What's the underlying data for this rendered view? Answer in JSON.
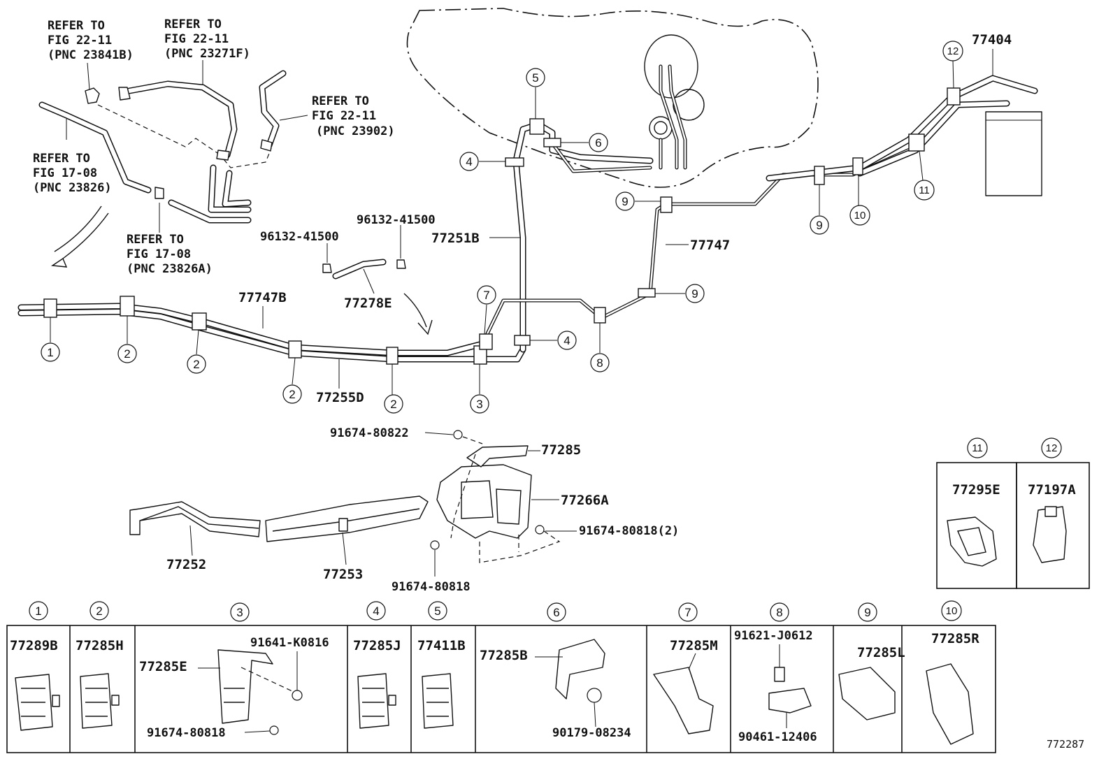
{
  "diagram_id": "772287",
  "refs": {
    "r1": [
      "REFER TO",
      "FIG 22-11",
      "(PNC 23841B)"
    ],
    "r2": [
      "REFER TO",
      "FIG 22-11",
      "(PNC 23271F)"
    ],
    "r3": [
      "REFER TO",
      "FIG 22-11",
      "(PNC 23902)"
    ],
    "r4": [
      "REFER TO",
      "FIG 17-08",
      "(PNC 23826)"
    ],
    "r5": [
      "REFER TO",
      "FIG 17-08",
      "(PNC 23826A)"
    ]
  },
  "parts": {
    "p77404": "77404",
    "p77251B": "77251B",
    "p77747": "77747",
    "p77747B": "77747B",
    "p77255D": "77255D",
    "p77278E": "77278E",
    "hose_clip_a": "96132-41500",
    "hose_clip_b": "96132-41500",
    "bolt_80822": "91674-80822",
    "p77285": "77285",
    "p77266A": "77266A",
    "bolt_80818_2": "91674-80818(2)",
    "bolt_80818": "91674-80818",
    "p77252": "77252",
    "p77253": "77253"
  },
  "callouts": {
    "c1": "1",
    "c2a": "2",
    "c2b": "2",
    "c2c": "2",
    "c2d": "2",
    "c3": "3",
    "c4a": "4",
    "c4b": "4",
    "c5": "5",
    "c6": "6",
    "c7": "7",
    "c8": "8",
    "c9a": "9",
    "c9b": "9",
    "c9c": "9",
    "c10": "10",
    "c11": "11",
    "c12": "12"
  },
  "detail_boxes": [
    {
      "num": "1",
      "parts": [
        "77289B"
      ]
    },
    {
      "num": "2",
      "parts": [
        "77285H"
      ]
    },
    {
      "num": "3",
      "parts": [
        "77285E",
        "91641-K0816",
        "91674-80818"
      ]
    },
    {
      "num": "4",
      "parts": [
        "77285J"
      ]
    },
    {
      "num": "5",
      "parts": [
        "77411B"
      ]
    },
    {
      "num": "6",
      "parts": [
        "77285B",
        "90179-08234"
      ]
    },
    {
      "num": "7",
      "parts": [
        "77285M"
      ]
    },
    {
      "num": "8",
      "parts": [
        "91621-J0612",
        "90461-12406"
      ]
    },
    {
      "num": "9",
      "parts": [
        "77285L"
      ]
    },
    {
      "num": "10",
      "parts": [
        "77285R"
      ]
    },
    {
      "num": "11",
      "parts": [
        "77295E"
      ]
    },
    {
      "num": "12",
      "parts": [
        "77197A"
      ]
    }
  ]
}
